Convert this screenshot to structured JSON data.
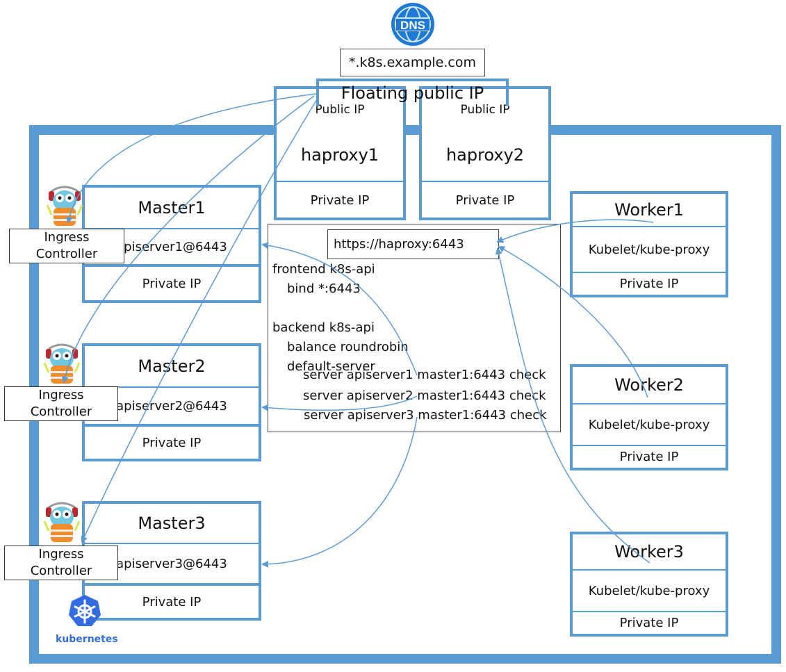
{
  "dns": {
    "icon": "dns-globe-icon",
    "icon_text": "DNS",
    "domain": "*.k8s.example.com"
  },
  "floating_ip": {
    "label": "Floating public IP"
  },
  "haproxies": [
    {
      "public_ip": "Public IP",
      "name": "haproxy1",
      "private_ip": "Private IP"
    },
    {
      "public_ip": "Public IP",
      "name": "haproxy2",
      "private_ip": "Private IP"
    }
  ],
  "masters": [
    {
      "name": "Master1",
      "apiserver": "apiserver1@6443",
      "private_ip": "Private IP"
    },
    {
      "name": "Master2",
      "apiserver": "apiserver2@6443",
      "private_ip": "Private IP"
    },
    {
      "name": "Master3",
      "apiserver": "apiserver3@6443",
      "private_ip": "Private IP"
    }
  ],
  "ingress": {
    "line1": "Ingress",
    "line2": "Controller",
    "icon": "gopher-mascot-icon"
  },
  "workers": [
    {
      "name": "Worker1",
      "service": "Kubelet/kube-proxy",
      "private_ip": "Private IP"
    },
    {
      "name": "Worker2",
      "service": "Kubelet/kube-proxy",
      "private_ip": "Private IP"
    },
    {
      "name": "Worker3",
      "service": "Kubelet/kube-proxy",
      "private_ip": "Private IP"
    }
  ],
  "haproxy_config": {
    "url": "https://haproxy:6443",
    "lines": [
      "frontend k8s-api",
      "bind *:6443",
      "backend k8s-api",
      "balance roundrobin",
      "default-server",
      "server apiserver1 master1:6443 check",
      "server apiserver2 master1:6443 check",
      "server apiserver3 master1:6443 check"
    ]
  },
  "kubernetes_logo": {
    "icon": "kubernetes-helm-icon",
    "label": "kubernetes"
  },
  "colors": {
    "accent": "#5b9bd5",
    "k8s_blue": "#326ce5",
    "dns_blue": "#1e7ad6"
  }
}
